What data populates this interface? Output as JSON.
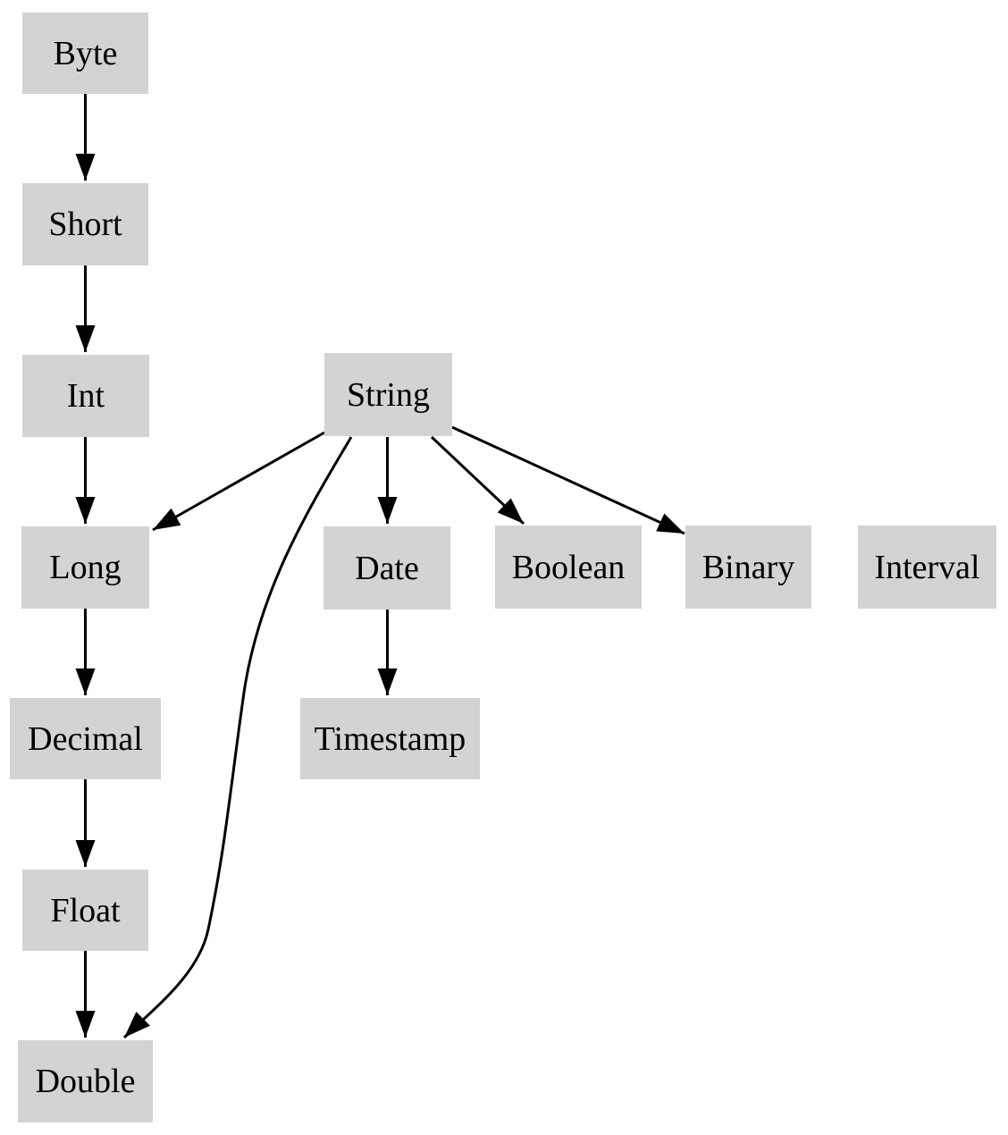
{
  "diagram": {
    "title": "",
    "nodes": [
      {
        "id": "byte",
        "label": "Byte"
      },
      {
        "id": "short",
        "label": "Short"
      },
      {
        "id": "int",
        "label": "Int"
      },
      {
        "id": "long",
        "label": "Long"
      },
      {
        "id": "decimal",
        "label": "Decimal"
      },
      {
        "id": "float",
        "label": "Float"
      },
      {
        "id": "double",
        "label": "Double"
      },
      {
        "id": "string",
        "label": "String"
      },
      {
        "id": "date",
        "label": "Date"
      },
      {
        "id": "timestamp",
        "label": "Timestamp"
      },
      {
        "id": "boolean",
        "label": "Boolean"
      },
      {
        "id": "binary",
        "label": "Binary"
      },
      {
        "id": "interval",
        "label": "Interval"
      }
    ],
    "edges": [
      {
        "from": "Byte",
        "to": "Short"
      },
      {
        "from": "Short",
        "to": "Int"
      },
      {
        "from": "Int",
        "to": "Long"
      },
      {
        "from": "Long",
        "to": "Decimal"
      },
      {
        "from": "Decimal",
        "to": "Float"
      },
      {
        "from": "Float",
        "to": "Double"
      },
      {
        "from": "String",
        "to": "Long"
      },
      {
        "from": "String",
        "to": "Double"
      },
      {
        "from": "String",
        "to": "Date"
      },
      {
        "from": "String",
        "to": "Boolean"
      },
      {
        "from": "String",
        "to": "Binary"
      },
      {
        "from": "Date",
        "to": "Timestamp"
      }
    ],
    "colors": {
      "node_fill": "#d3d3d3",
      "edge": "#000000",
      "text": "#000000",
      "background": "#ffffff"
    }
  }
}
